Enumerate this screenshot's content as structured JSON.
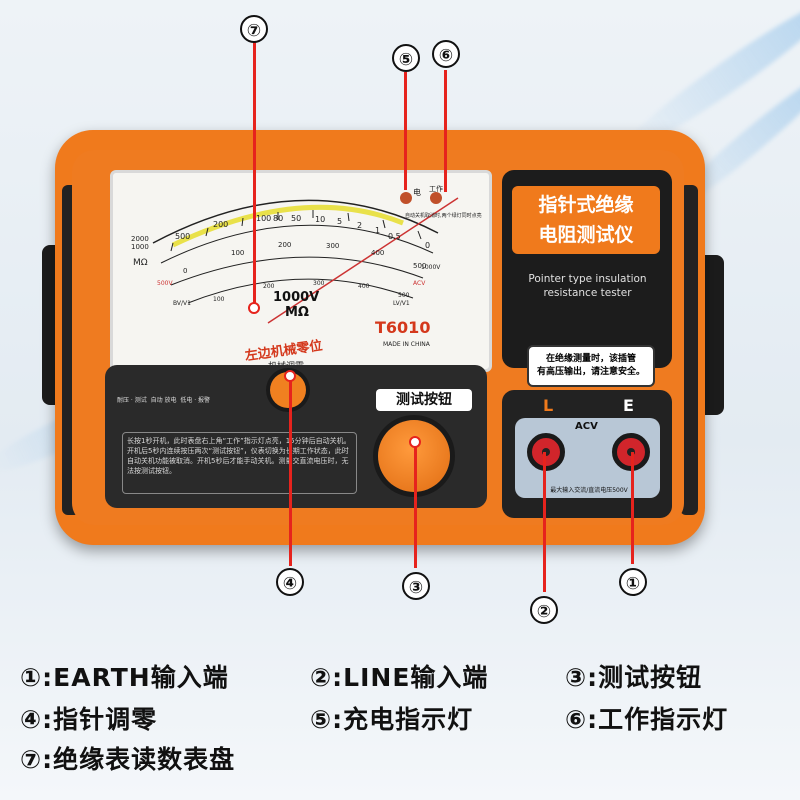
{
  "device": {
    "range_1000v": "1000V",
    "unit": "MΩ",
    "model": "T6010",
    "made_in": "MADE IN CHINA",
    "zero_adjust_title": "左边机械零位",
    "zero_adjust_sub": "机械调零",
    "led_labels": [
      "电",
      "工作"
    ],
    "led_note": "自动关机取消时,两个绿灯同时点亮",
    "zh_title_line1": "指针式绝缘",
    "zh_title_line2": "电阻测试仪",
    "en_title_line1": "Pointer type insulation",
    "en_title_line2": "resistance tester",
    "warning_line1": "在绝缘测量时，该插管",
    "warning_line2": "有高压输出，请注意安全。",
    "test_button_label": "测试按钮",
    "jack_L": "L",
    "jack_E": "E",
    "acv": "ACV",
    "jack_note": "最大输入交流/直流电压500V",
    "mode_labels": [
      "耐压 · 测试",
      "自动 放电",
      "低电 · 报警"
    ],
    "instructions": "长按1秒开机，此时表盘右上角“工作”指示灯点亮，15分钟后自动关机。开机后5秒内连续按压两次“测试按钮”，仪表切换为长期工作状态，此时自动关机功能被取消。开机5秒后才能手动关机。测量交直流电压时，无法按测试按钮。",
    "scale_top": [
      "2000",
      "1000",
      "500",
      "200",
      "100",
      "80",
      "50",
      "10",
      "5",
      "2",
      "1",
      "0.5",
      "0"
    ],
    "scale_mid": [
      "0",
      "100",
      "200",
      "300",
      "400",
      "500"
    ],
    "scale_low": [
      "100",
      "200",
      "300",
      "400",
      "500"
    ],
    "scale_side_left": [
      "MΩ",
      "500V",
      "BV/V1"
    ],
    "scale_side_right": [
      "1000V",
      "ACV",
      "LV/V1"
    ]
  },
  "callouts": [
    "①",
    "②",
    "③",
    "④",
    "⑤",
    "⑥",
    "⑦"
  ],
  "legend": {
    "line1": [
      "①:EARTH输入端",
      "②:LINE输入端",
      "③:测试按钮"
    ],
    "line2": [
      "④:指针调零",
      "⑤:充电指示灯",
      "⑥:工作指示灯"
    ],
    "line3": [
      "⑦:绝缘表读数表盘"
    ]
  },
  "colors": {
    "body": "#f07a1c",
    "callout_line": "#e6231d"
  }
}
